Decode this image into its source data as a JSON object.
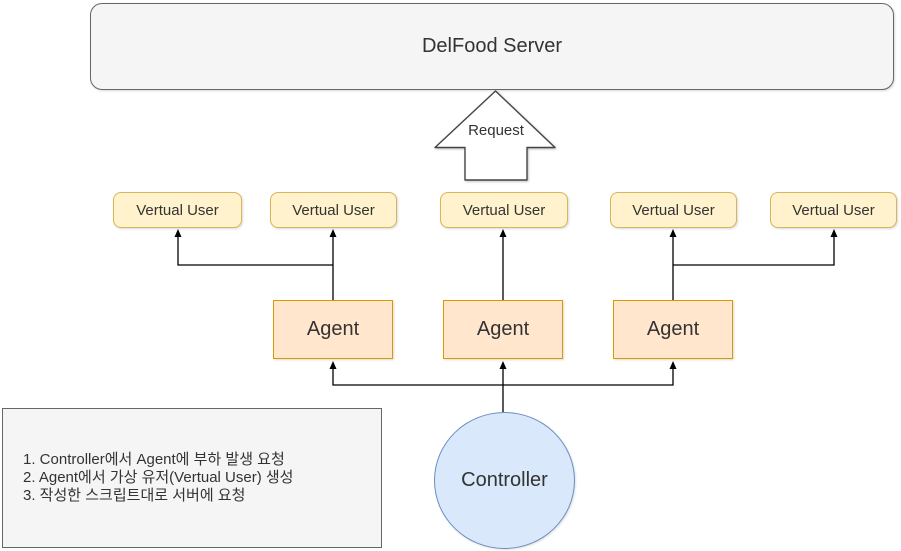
{
  "diagram": {
    "server": {
      "label": "DelFood Server"
    },
    "request": {
      "label": "Request"
    },
    "virtual_users": [
      {
        "label": "Vertual User"
      },
      {
        "label": "Vertual User"
      },
      {
        "label": "Vertual User"
      },
      {
        "label": "Vertual User"
      },
      {
        "label": "Vertual User"
      }
    ],
    "agents": [
      {
        "label": "Agent"
      },
      {
        "label": "Agent"
      },
      {
        "label": "Agent"
      }
    ],
    "controller": {
      "label": "Controller"
    },
    "notes": {
      "lines": [
        "1. Controller에서 Agent에 부하 발생 요청",
        "2. Agent에서 가상 유저(Vertual User) 생성",
        "3. 작성한 스크립트대로 서버에 요청"
      ]
    },
    "colors": {
      "server_fill": "#F5F5F5",
      "server_border": "#666666",
      "virtual_user_fill": "#FFF2CC",
      "virtual_user_border": "#D6B656",
      "agent_fill": "#FFE6CC",
      "agent_border": "#D79B00",
      "controller_fill": "#DAE8FC",
      "controller_border": "#6C8EBF",
      "notes_fill": "#F5F5F5",
      "notes_border": "#666666",
      "connector": "#000000",
      "request_arrow_fill": "#FFFFFF",
      "request_arrow_border": "#444444",
      "text": "#333333"
    }
  }
}
